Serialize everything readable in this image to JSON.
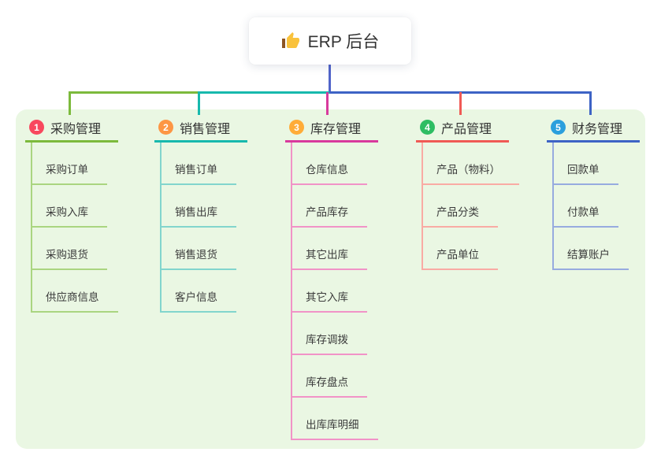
{
  "root": {
    "label": "ERP 后台",
    "icon": "thumbs-up-icon"
  },
  "colors": {
    "panel_bg": "#eaf7e3",
    "root_line": "#5164c9",
    "text_dark": "#333333"
  },
  "branches": [
    {
      "num": "1",
      "label": "采购管理",
      "badge_color": "#f8485e",
      "line_color": "#7cba3c",
      "child_line_color": "#aad580",
      "children": [
        "采购订单",
        "采购入库",
        "采购退货",
        "供应商信息"
      ]
    },
    {
      "num": "2",
      "label": "销售管理",
      "badge_color": "#fd9644",
      "line_color": "#17b9ad",
      "child_line_color": "#82d5cd",
      "children": [
        "销售订单",
        "销售出库",
        "销售退货",
        "客户信息"
      ]
    },
    {
      "num": "3",
      "label": "库存管理",
      "badge_color": "#ffac38",
      "line_color": "#d83a9d",
      "child_line_color": "#f193c7",
      "children": [
        "仓库信息",
        "产品库存",
        "其它出库",
        "其它入库",
        "库存调拨",
        "库存盘点",
        "出库库明细"
      ]
    },
    {
      "num": "4",
      "label": "产品管理",
      "badge_color": "#2ebd63",
      "line_color": "#f05a55",
      "child_line_color": "#f9aba4",
      "children": [
        "产品（物料）",
        "产品分类",
        "产品单位"
      ]
    },
    {
      "num": "5",
      "label": "财务管理",
      "badge_color": "#2b9fdd",
      "line_color": "#3d63c5",
      "child_line_color": "#97abdf",
      "children": [
        "回款单",
        "付款单",
        "结算账户"
      ]
    }
  ]
}
